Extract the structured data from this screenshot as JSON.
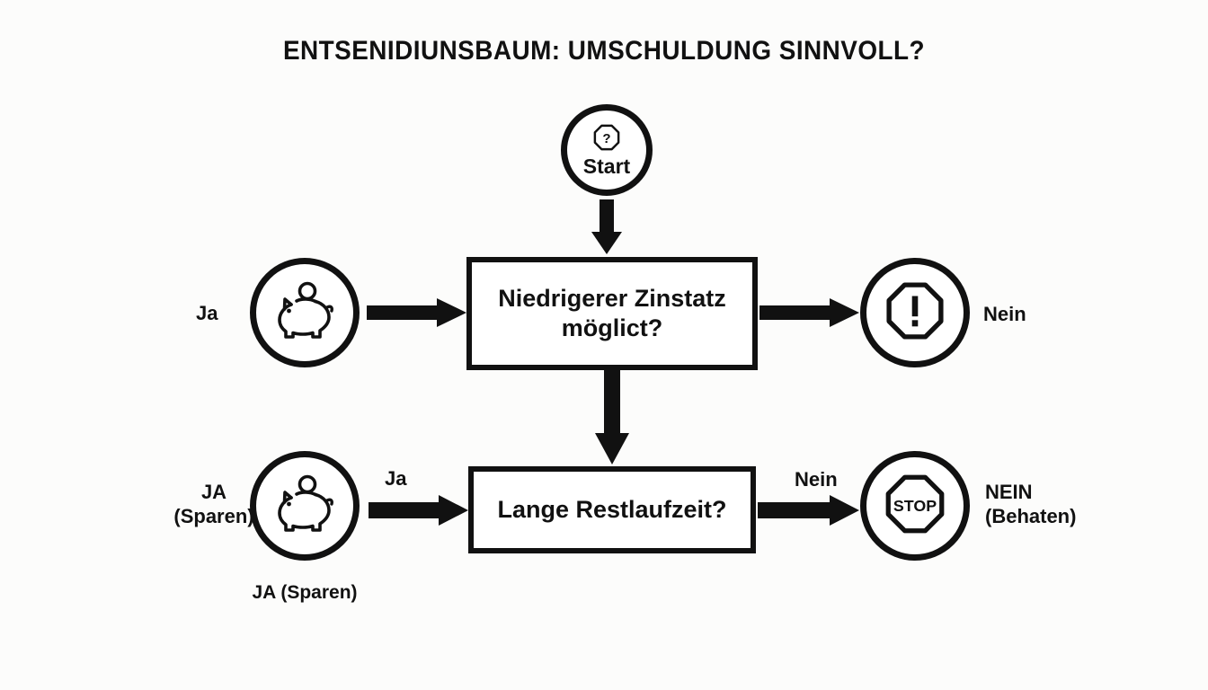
{
  "diagram": {
    "title": "ENTSENIDIUNSBAUM: UMSCHULDUNG SINNVOLL?",
    "background_color": "#fcfcfb",
    "stroke_color": "#111111",
    "nodes": {
      "start": {
        "label": "Start",
        "icon": "question-octagon-icon",
        "shape": "circle"
      },
      "decision_1": {
        "label": "Niedrigerer Zinstatz möglict?",
        "line_1": "Niedrigerer Zinstatz",
        "line_2": "möglict?",
        "shape": "rectangle"
      },
      "decision_2": {
        "label": "Lange Restlaufzeit?",
        "shape": "rectangle"
      },
      "outcome_yes_top": {
        "icon": "piggy-bank-icon",
        "shape": "circle"
      },
      "outcome_no_top": {
        "icon": "warning-octagon-icon",
        "shape": "circle"
      },
      "outcome_yes_bottom": {
        "icon": "piggy-bank-icon",
        "shape": "circle",
        "caption": "JA (Sparen)"
      },
      "outcome_no_bottom": {
        "icon": "stop-sign-icon",
        "stop_text": "STOP",
        "shape": "circle"
      }
    },
    "labels": {
      "yes_top_outer": "Ja",
      "no_top_outer": "Nein",
      "yes_bottom_outer": "JA\n(Sparen)",
      "no_bottom_outer": "NEIN\n(Behaten)",
      "edge_yes_bottom": "Ja",
      "edge_no_bottom": "Nein"
    },
    "edges": [
      {
        "from": "start",
        "to": "decision_1",
        "direction": "down",
        "label": ""
      },
      {
        "from": "decision_1",
        "to": "outcome_yes_top",
        "direction": "right",
        "label": ""
      },
      {
        "from": "decision_1",
        "to": "outcome_no_top",
        "direction": "right",
        "label": ""
      },
      {
        "from": "decision_1",
        "to": "decision_2",
        "direction": "down",
        "label": ""
      },
      {
        "from": "outcome_yes_bottom",
        "to": "decision_2",
        "direction": "right",
        "label": "Ja"
      },
      {
        "from": "decision_2",
        "to": "outcome_no_bottom",
        "direction": "right",
        "label": "Nein"
      }
    ]
  }
}
